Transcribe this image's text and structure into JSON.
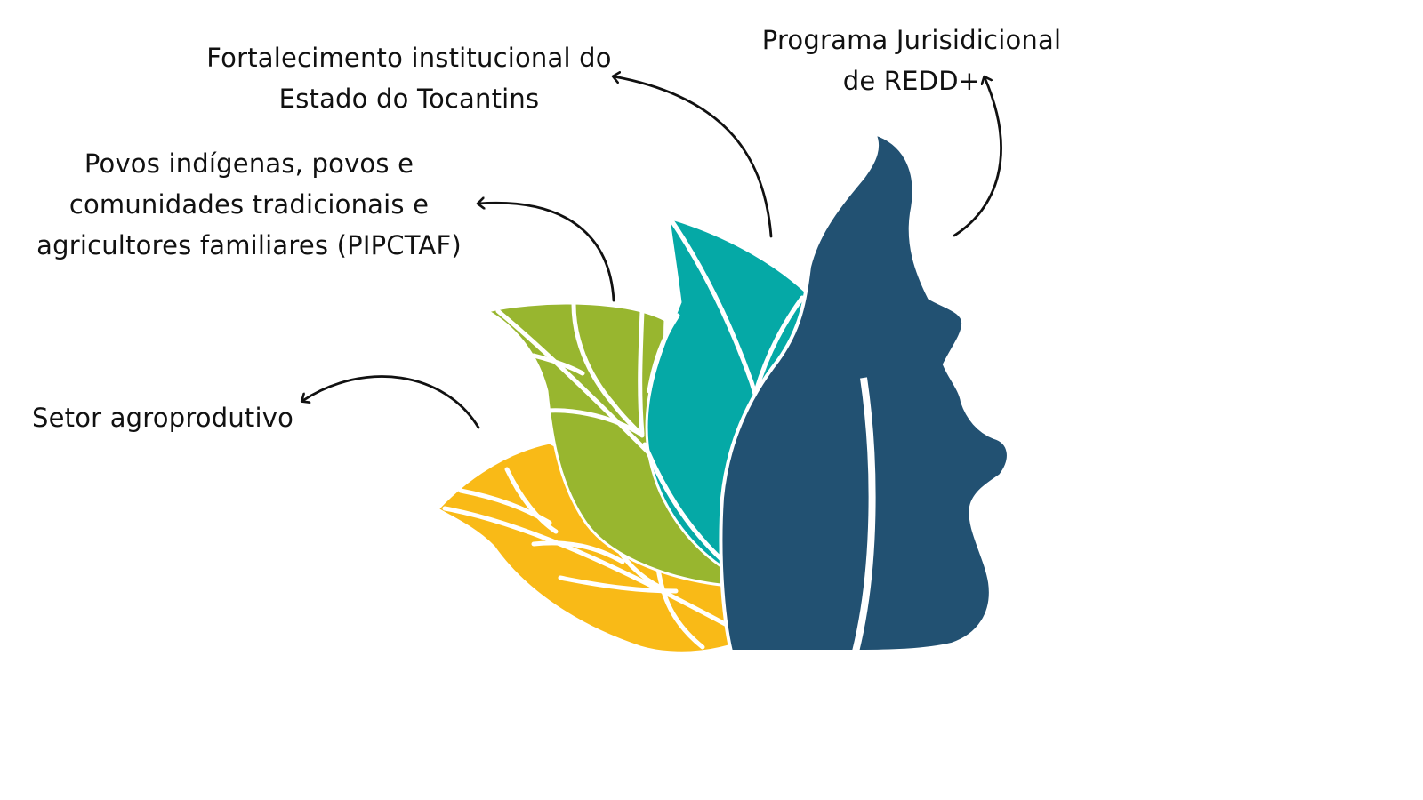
{
  "labels": {
    "fortalecimento": {
      "line1": "Fortalecimento institucional do",
      "line2": "Estado do Tocantins"
    },
    "redd": {
      "line1": "Programa Jurisidicional",
      "line2": "de REDD+"
    },
    "pipctaf": {
      "line1": "Povos indígenas, povos e",
      "line2": "comunidades tradicionais e",
      "line3": "agricultores familiares (PIPCTAF)"
    },
    "setor": {
      "line1": "Setor agroprodutivo"
    }
  },
  "colors": {
    "yellow_leaf": "#F9BA17",
    "green_leaf": "#98B62F",
    "teal_leaf": "#05A9A6",
    "face_profile": "#225172",
    "arrow": "#111111",
    "vein": "#ffffff"
  },
  "icons": {
    "yellow_leaf": "leaf-icon",
    "green_leaf": "leaf-icon",
    "teal_leaf": "leaf-icon",
    "face_profile": "human-profile-icon",
    "arrows": "curved-arrow-icon"
  }
}
